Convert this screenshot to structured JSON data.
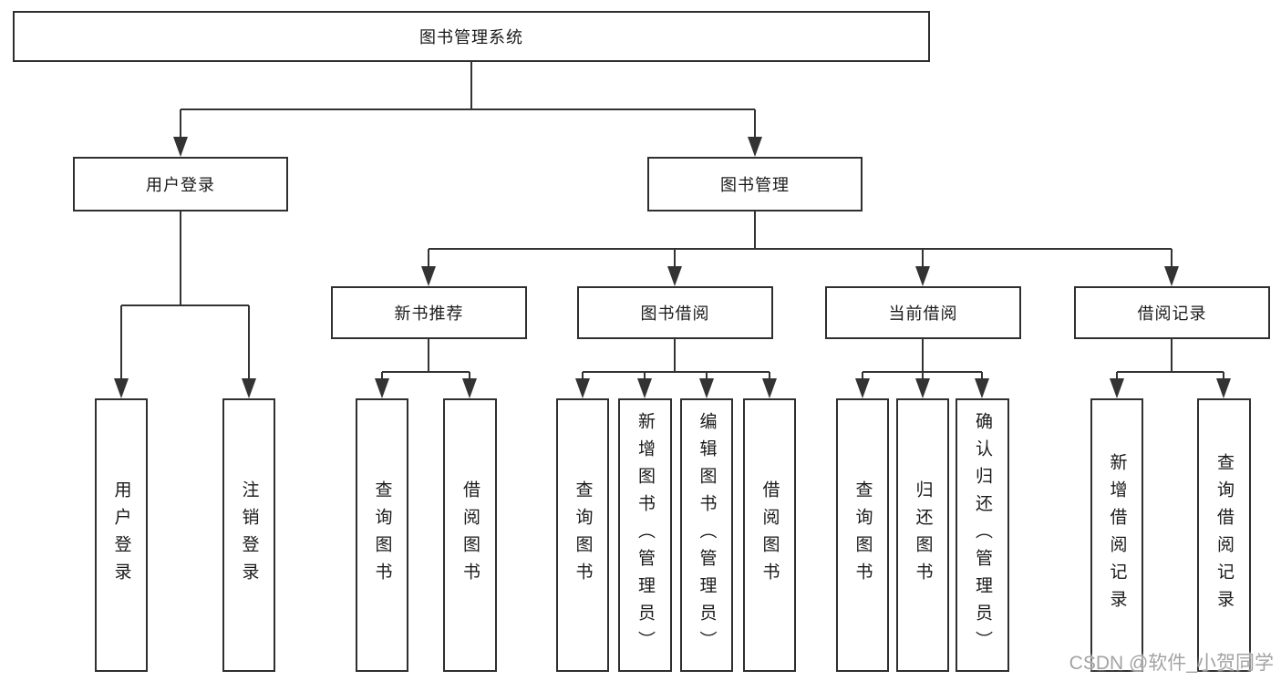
{
  "nodes": {
    "root": "图书管理系统",
    "user_login": "用户登录",
    "book_management": "图书管理",
    "new_book_recommend": "新书推荐",
    "book_borrow": "图书借阅",
    "current_borrow": "当前借阅",
    "borrow_records": "借阅记录",
    "leaf_user_login": "用户登录",
    "leaf_logout": "注销登录",
    "leaf_query_book_rec": "查询图书",
    "leaf_borrow_book_rec": "借阅图书",
    "leaf_query_book_borrow": "查询图书",
    "leaf_add_book": "新增图书（管理员）",
    "leaf_edit_book": "编辑图书（管理员）",
    "leaf_borrow_book_borrow": "借阅图书",
    "leaf_query_book_current": "查询图书",
    "leaf_return_book": "归还图书",
    "leaf_confirm_return": "确认归还（管理员）",
    "leaf_add_borrow_record": "新增借阅记录",
    "leaf_query_borrow_record": "查询借阅记录"
  },
  "watermark": "CSDN @软件_小贺同学",
  "colors": {
    "line": "#333333",
    "box_border": "#2f2f2f",
    "box_fill": "#ffffff",
    "text": "#1a1a1a",
    "watermark": "#a3a3a3"
  }
}
